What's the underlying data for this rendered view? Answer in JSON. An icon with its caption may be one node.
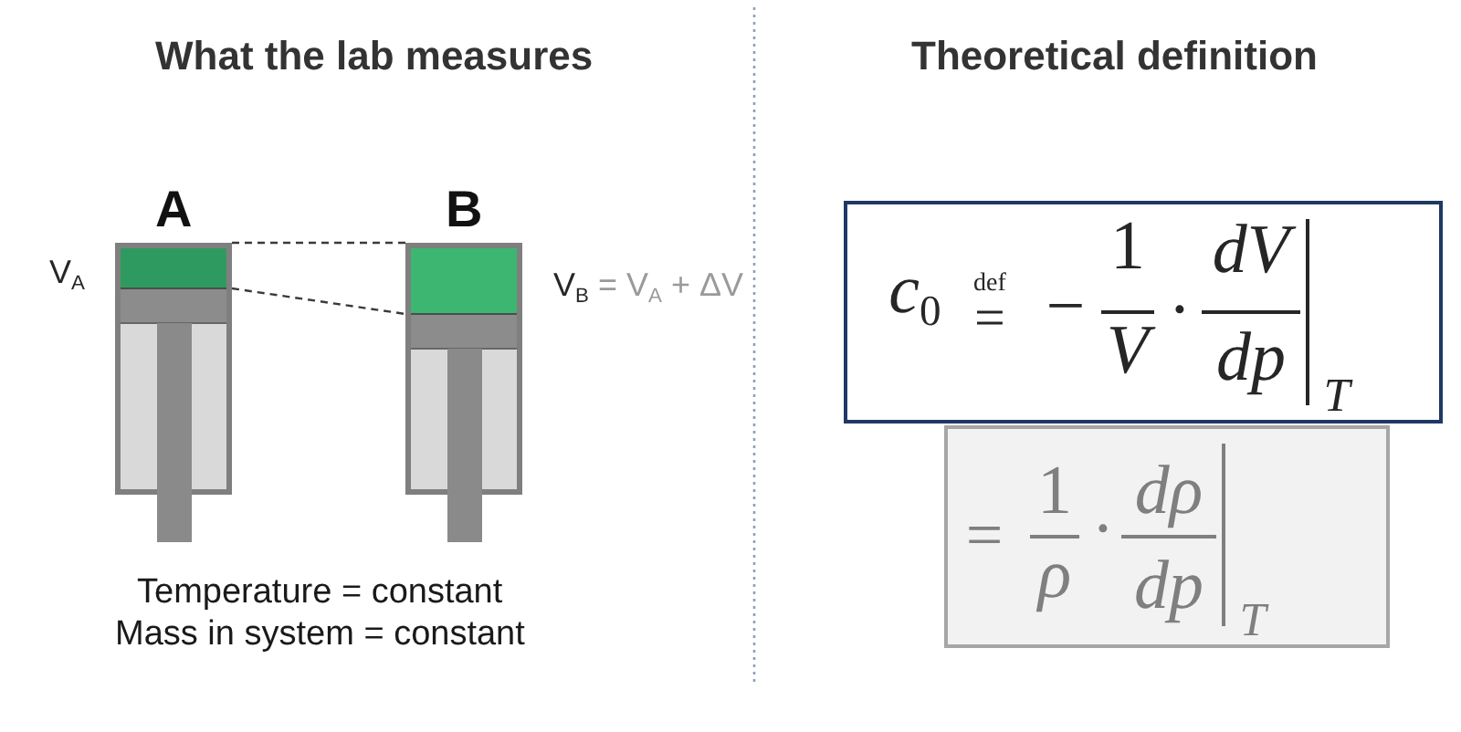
{
  "diagram": {
    "nodes": [
      {
        "text": [
          "A"
        ],
        "beside": [
          "V$_{A}$"
        ]
      },
      {
        "text": [
          "B"
        ],
        "beside": [
          "V$_{B}$",
          "= V$_{A}$ + ΔV"
        ]
      },
      {
        "text": [
          "*c*$_{0}$",
          "def",
          "=",
          "−",
          "1",
          "V",
          "·",
          "dV",
          "dp",
          "T"
        ]
      },
      {
        "text": [
          "=",
          "1",
          "ρ",
          "·",
          "dρ",
          "dp",
          "T"
        ]
      }
    ],
    "edges": [
      {
        "from": 0,
        "to": 1,
        "arrow": "none",
        "style": "dashed"
      },
      {
        "from": 0,
        "to": 1,
        "arrow": "none",
        "style": "dashed"
      }
    ],
    "labels": [
      "What the lab measures",
      "Theoretical definition",
      "Temperature = constant",
      "Mass in system = constant"
    ]
  }
}
